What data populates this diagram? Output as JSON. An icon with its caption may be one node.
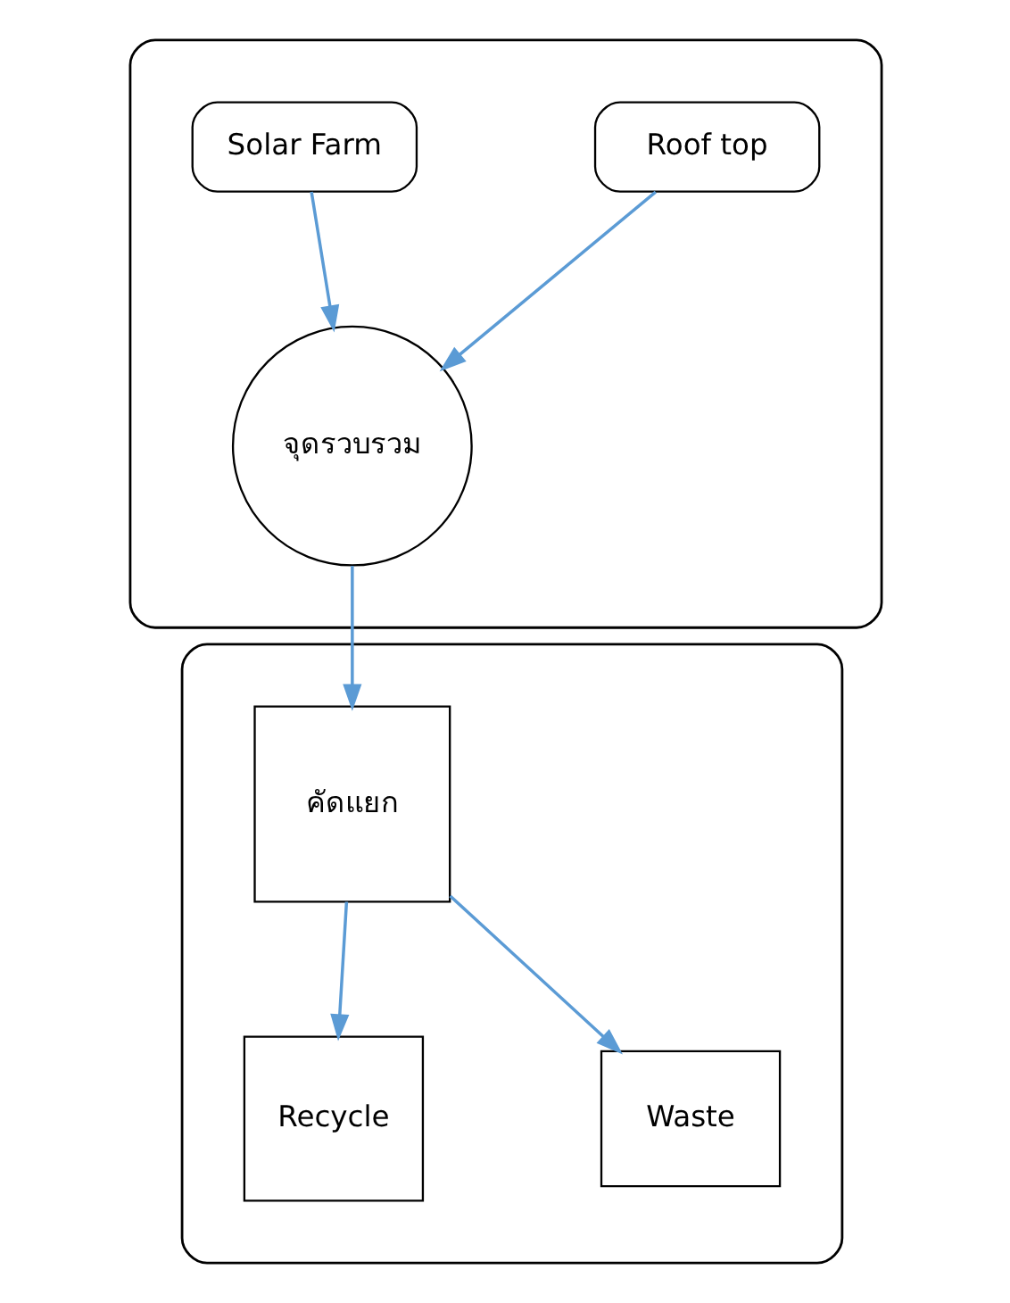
{
  "diagram": {
    "nodes": [
      {
        "text": [],
        "shape": "box"
      },
      {
        "text": [
          "Roof top"
        ],
        "in": 0
      },
      {
        "text": [
          "Solar Farm"
        ],
        "in": 0
      },
      {
        "text": [
          "จุดรวบรวม"
        ],
        "in": 0
      },
      {
        "text": [],
        "shape": "box"
      },
      {
        "text": [
          "คัดแยก"
        ],
        "in": 4
      },
      {
        "text": [
          "Recycle"
        ],
        "in": 4
      },
      {
        "text": [
          "Waste"
        ],
        "in": 4
      }
    ],
    "edges": [
      {
        "from": 1,
        "to": 3,
        "arrow": "to"
      },
      {
        "from": 2,
        "to": 3,
        "arrow": "to"
      },
      {
        "from": 3,
        "to": 5,
        "arrow": "to"
      },
      {
        "from": 5,
        "to": 6,
        "arrow": "to"
      },
      {
        "from": 5,
        "to": 7,
        "arrow": "to"
      }
    ]
  }
}
